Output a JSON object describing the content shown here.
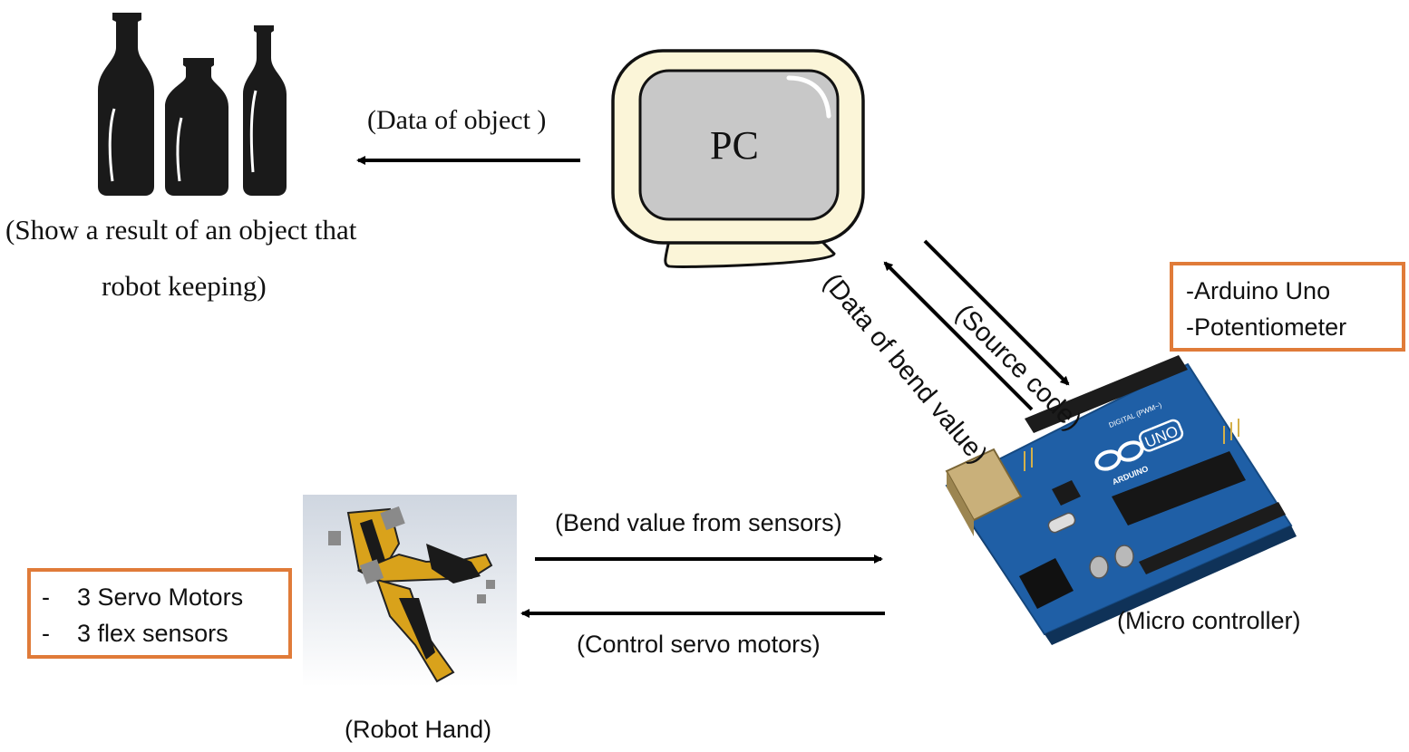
{
  "pc": {
    "label": "PC"
  },
  "bottles": {
    "caption_line1": "(Show a result of an object that",
    "caption_line2": "robot keeping)"
  },
  "arrows": {
    "data_of_object": "(Data of object )",
    "source_code": "(Source code)",
    "data_of_bend_value": "(Data of bend value)",
    "bend_value_from_sensors": "(Bend value from sensors)",
    "control_servo_motors": "(Control servo motors)"
  },
  "microcontroller": {
    "caption": "(Micro controller)",
    "board_label": "UNO",
    "board_brand": "ARDUINO",
    "header_label": "DIGITAL (PWM~)",
    "info_box": [
      "-Arduino Uno",
      "-Potentiometer"
    ]
  },
  "robot_hand": {
    "caption": "(Robot Hand)",
    "info_box": [
      "-    3 Servo Motors",
      "-    3 flex sensors"
    ]
  },
  "colors": {
    "box_border": "#e07b39",
    "board_blue": "#1f5fa6",
    "hand_yellow": "#d9a21b",
    "bottle": "#1a1a1a"
  }
}
